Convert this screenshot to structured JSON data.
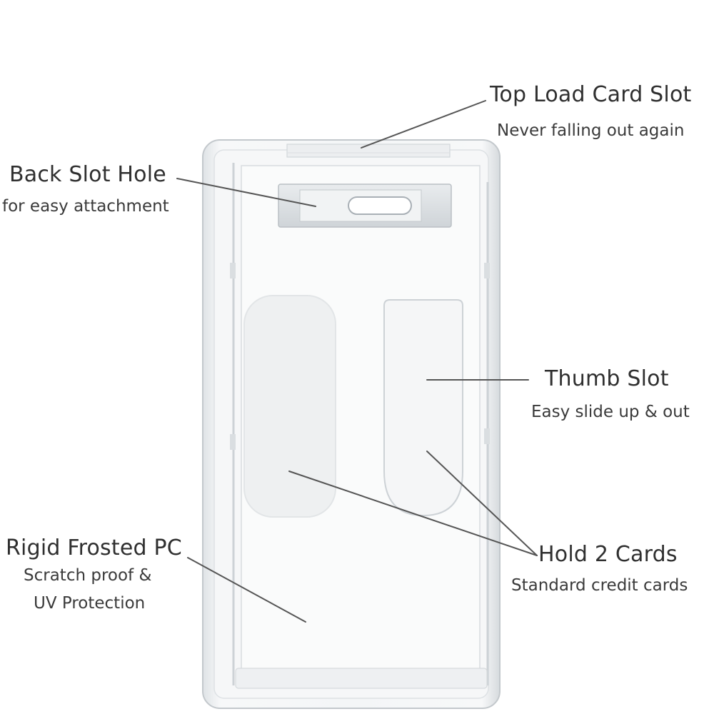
{
  "callouts": {
    "top_load": {
      "title": "Top Load Card Slot",
      "subtitle": "Never falling out again"
    },
    "back_slot": {
      "title": "Back Slot Hole",
      "subtitle": "for easy attachment"
    },
    "thumb_slot": {
      "title": "Thumb Slot",
      "subtitle": "Easy slide up & out"
    },
    "rigid": {
      "title": "Rigid Frosted PC",
      "subtitle_1": "Scratch proof &",
      "subtitle_2": "UV Protection"
    },
    "hold_cards": {
      "title": "Hold 2 Cards",
      "subtitle": "Standard credit cards"
    }
  },
  "colors": {
    "leader_line": "#555555",
    "holder_edge": "#c9ced3",
    "holder_fill": "#f3f5f6"
  }
}
